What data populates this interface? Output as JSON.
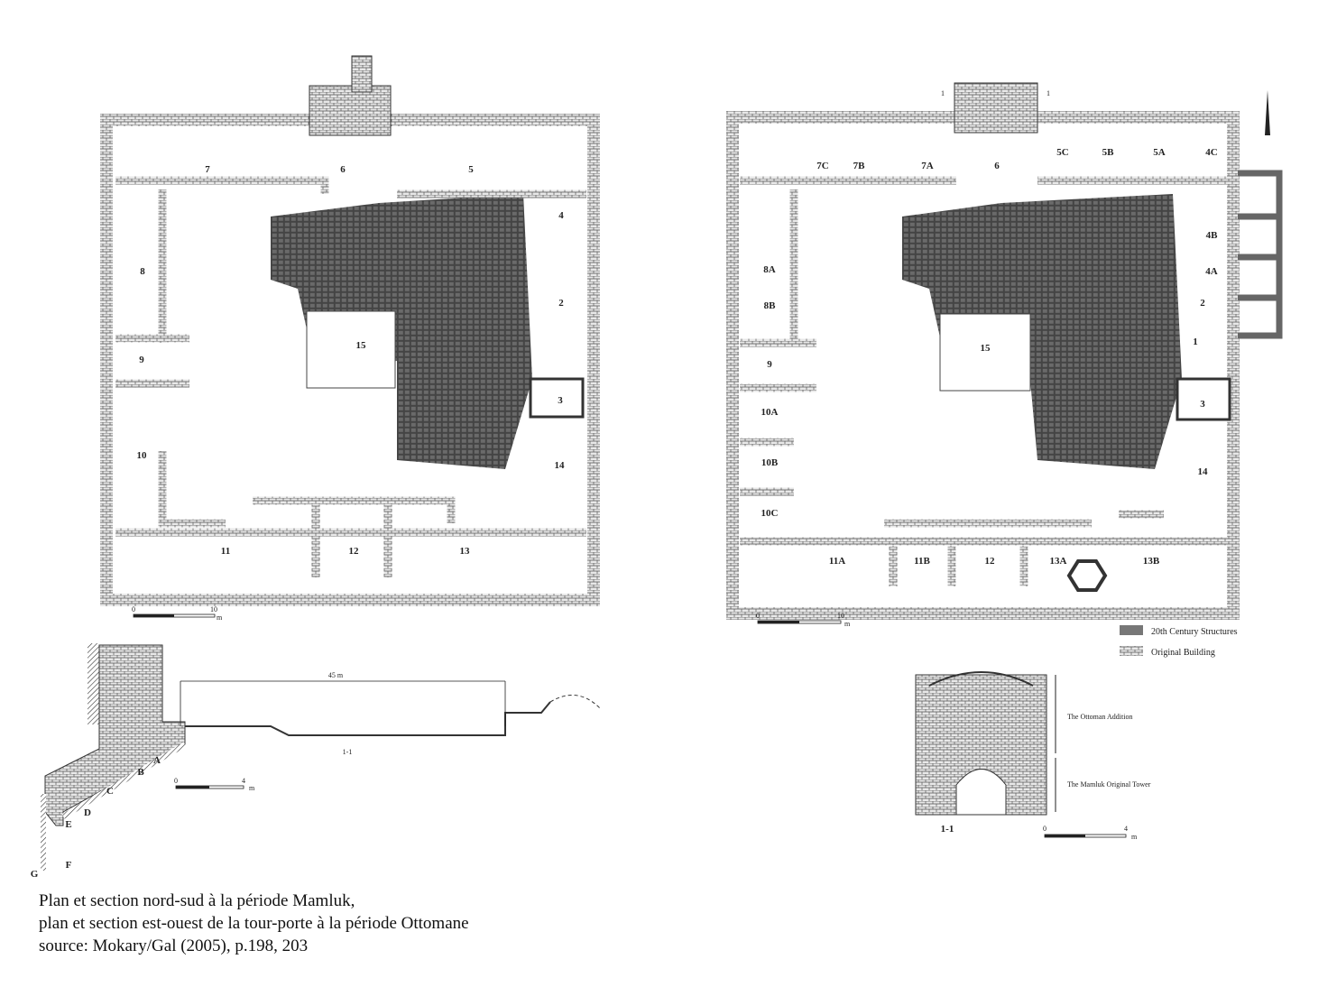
{
  "plan_mamluk": {
    "rooms": [
      "7",
      "6",
      "5",
      "4",
      "8",
      "2",
      "15",
      "9",
      "3",
      "10",
      "14",
      "11",
      "12",
      "13"
    ],
    "scale": {
      "start": "0",
      "end": "10",
      "unit": "m"
    }
  },
  "plan_ottoman": {
    "rooms": [
      "7C",
      "7B",
      "7A",
      "6",
      "5C",
      "5B",
      "5A",
      "4C",
      "4B",
      "4A",
      "8A",
      "8B",
      "2",
      "15",
      "1",
      "9",
      "3",
      "10A",
      "10B",
      "14",
      "10C",
      "11A",
      "11B",
      "12",
      "13A",
      "13B"
    ],
    "section_markers": [
      "1",
      "1"
    ],
    "scale": {
      "start": "0",
      "end": "10",
      "unit": "m"
    },
    "legend": [
      {
        "label": "20th Century Structures",
        "color": "#777777"
      },
      {
        "label": "Original Building",
        "color": "#bbbbbb"
      }
    ]
  },
  "section_ns": {
    "dimension": "45 m",
    "title": "1-1",
    "levels": [
      "A",
      "B",
      "C",
      "D",
      "E",
      "F",
      "G"
    ],
    "scale": {
      "start": "0",
      "end": "4",
      "unit": "m"
    }
  },
  "section_ew": {
    "title": "1-1",
    "phases": [
      "The Ottoman Addition",
      "The Mamluk Original Tower"
    ],
    "scale": {
      "start": "0",
      "end": "4",
      "unit": "m"
    }
  },
  "caption": [
    "Plan et section nord-sud à la période Mamluk,",
    "plan et section est-ouest de la tour-porte à la période Ottomane",
    "source: Mokary/Gal (2005), p.198, 203"
  ]
}
